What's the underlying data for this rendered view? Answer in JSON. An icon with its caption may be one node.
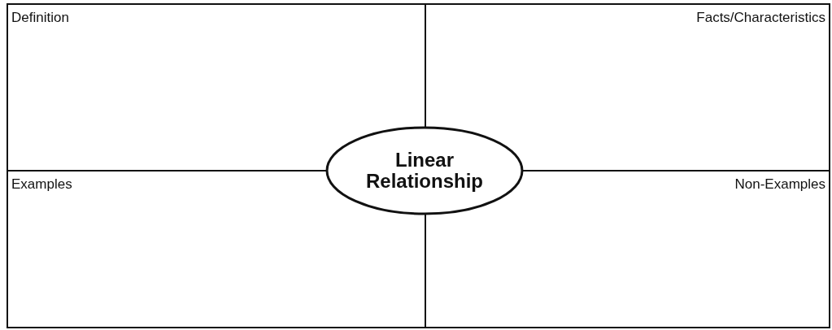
{
  "diagram": {
    "nodes": [
      {
        "text": [
          "Definition"
        ]
      },
      {
        "text": [
          "Facts/Characteristics"
        ]
      },
      {
        "text": [
          "Examples"
        ]
      },
      {
        "text": [
          "Non-Examples"
        ]
      },
      {
        "text": [
          "Linear Relationship"
        ]
      }
    ]
  }
}
